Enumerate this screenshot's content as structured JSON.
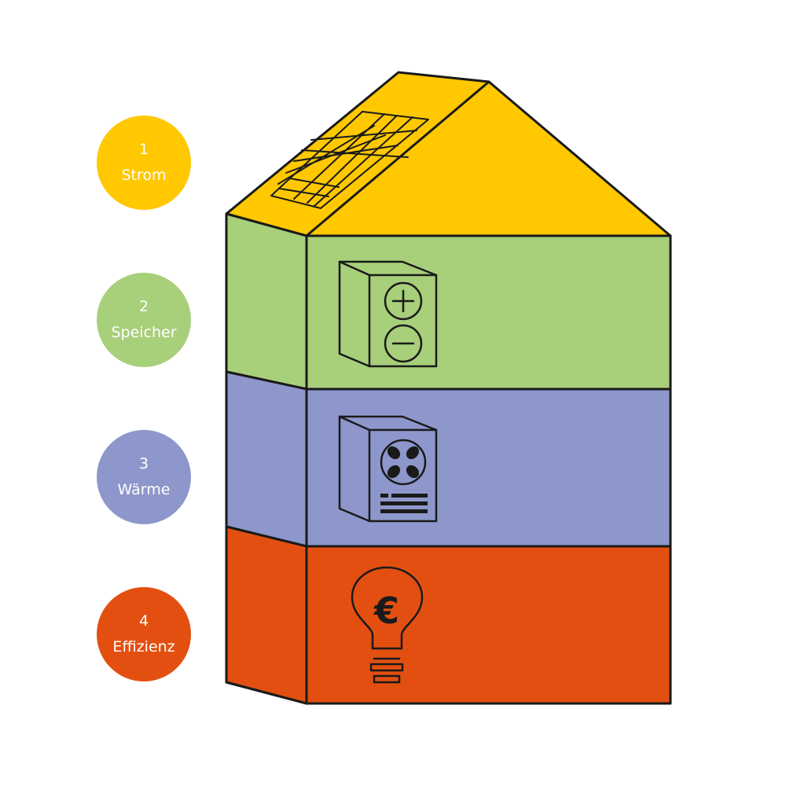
{
  "colors": {
    "strom": "#FFC800",
    "speicher": "#A8CF7A",
    "waerme": "#8E97CB",
    "effizienz": "#E34F10",
    "outline": "#1A1A1A"
  },
  "steps": [
    {
      "number": "1",
      "label": "Strom",
      "color": "#FFC800",
      "icon": "solar-panel-icon"
    },
    {
      "number": "2",
      "label": "Speicher",
      "color": "#A8CF7A",
      "icon": "battery-icon"
    },
    {
      "number": "3",
      "label": "Wärme",
      "color": "#8E97CB",
      "icon": "heat-pump-icon"
    },
    {
      "number": "4",
      "label": "Effizienz",
      "color": "#E34F10",
      "icon": "euro-bulb-icon"
    }
  ],
  "bulb_symbol": "€"
}
